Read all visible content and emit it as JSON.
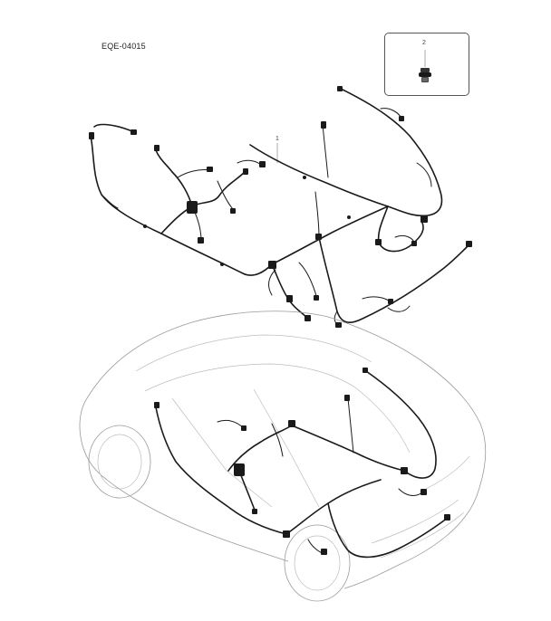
{
  "figure": {
    "code": "EQE-04015"
  },
  "callouts": {
    "harness": "1",
    "grommet": "2"
  },
  "icons": {
    "main_part": "wiring-harness-icon",
    "inset_part": "grommet-bolt-icon",
    "vehicle": "hatchback-car-outline-icon"
  },
  "colors": {
    "line_art": "#1a1a1a",
    "car_outline": "#9a9a9a",
    "background": "#ffffff"
  }
}
